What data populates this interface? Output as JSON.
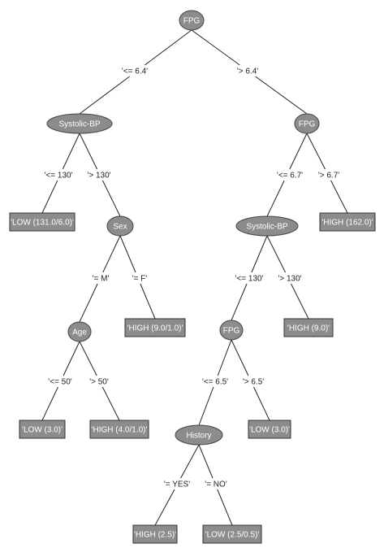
{
  "colors": {
    "node_fill": "#8c8c8c",
    "line": "#222222",
    "text_on_node": "#ffffff"
  },
  "nodes": [
    {
      "id": "n1",
      "kind": "split",
      "label": "FPG"
    },
    {
      "id": "n2",
      "kind": "split",
      "label": "Systolic-BP"
    },
    {
      "id": "n3",
      "kind": "split",
      "label": "FPG"
    },
    {
      "id": "l1",
      "kind": "leaf",
      "label": "'LOW (131.0/6.0)'"
    },
    {
      "id": "n4",
      "kind": "split",
      "label": "Sex"
    },
    {
      "id": "n5",
      "kind": "split",
      "label": "Systolic-BP"
    },
    {
      "id": "l2",
      "kind": "leaf",
      "label": "'HIGH (162.0)'"
    },
    {
      "id": "n6",
      "kind": "split",
      "label": "Age"
    },
    {
      "id": "l3",
      "kind": "leaf",
      "label": "'HIGH (9.0/1.0)'"
    },
    {
      "id": "n7",
      "kind": "split",
      "label": "FPG"
    },
    {
      "id": "l4",
      "kind": "leaf",
      "label": "'HIGH (9.0)'"
    },
    {
      "id": "l5",
      "kind": "leaf",
      "label": "'LOW (3.0)'"
    },
    {
      "id": "l6",
      "kind": "leaf",
      "label": "'HIGH (4.0/1.0)'"
    },
    {
      "id": "n8",
      "kind": "split",
      "label": "History"
    },
    {
      "id": "l7",
      "kind": "leaf",
      "label": "'LOW (3.0)'"
    },
    {
      "id": "l8",
      "kind": "leaf",
      "label": "'HIGH (2.5)'"
    },
    {
      "id": "l9",
      "kind": "leaf",
      "label": "'LOW (2.5/0.5)'"
    }
  ],
  "edges": [
    {
      "from": "n1",
      "to": "n2",
      "label": "'<= 6.4'"
    },
    {
      "from": "n1",
      "to": "n3",
      "label": "'> 6.4'"
    },
    {
      "from": "n2",
      "to": "l1",
      "label": "'<= 130'"
    },
    {
      "from": "n2",
      "to": "n4",
      "label": "'> 130'"
    },
    {
      "from": "n3",
      "to": "n5",
      "label": "'<= 6.7'"
    },
    {
      "from": "n3",
      "to": "l2",
      "label": "'> 6.7'"
    },
    {
      "from": "n4",
      "to": "n6",
      "label": "'= M'"
    },
    {
      "from": "n4",
      "to": "l3",
      "label": "'= F'"
    },
    {
      "from": "n5",
      "to": "n7",
      "label": "'<= 130'"
    },
    {
      "from": "n5",
      "to": "l4",
      "label": "'> 130'"
    },
    {
      "from": "n6",
      "to": "l5",
      "label": "'<= 50'"
    },
    {
      "from": "n6",
      "to": "l6",
      "label": "'> 50'"
    },
    {
      "from": "n7",
      "to": "n8",
      "label": "'<= 6.5'"
    },
    {
      "from": "n7",
      "to": "l7",
      "label": "'> 6.5'"
    },
    {
      "from": "n8",
      "to": "l8",
      "label": "'= YES'"
    },
    {
      "from": "n8",
      "to": "l9",
      "label": "'= NO'"
    }
  ]
}
